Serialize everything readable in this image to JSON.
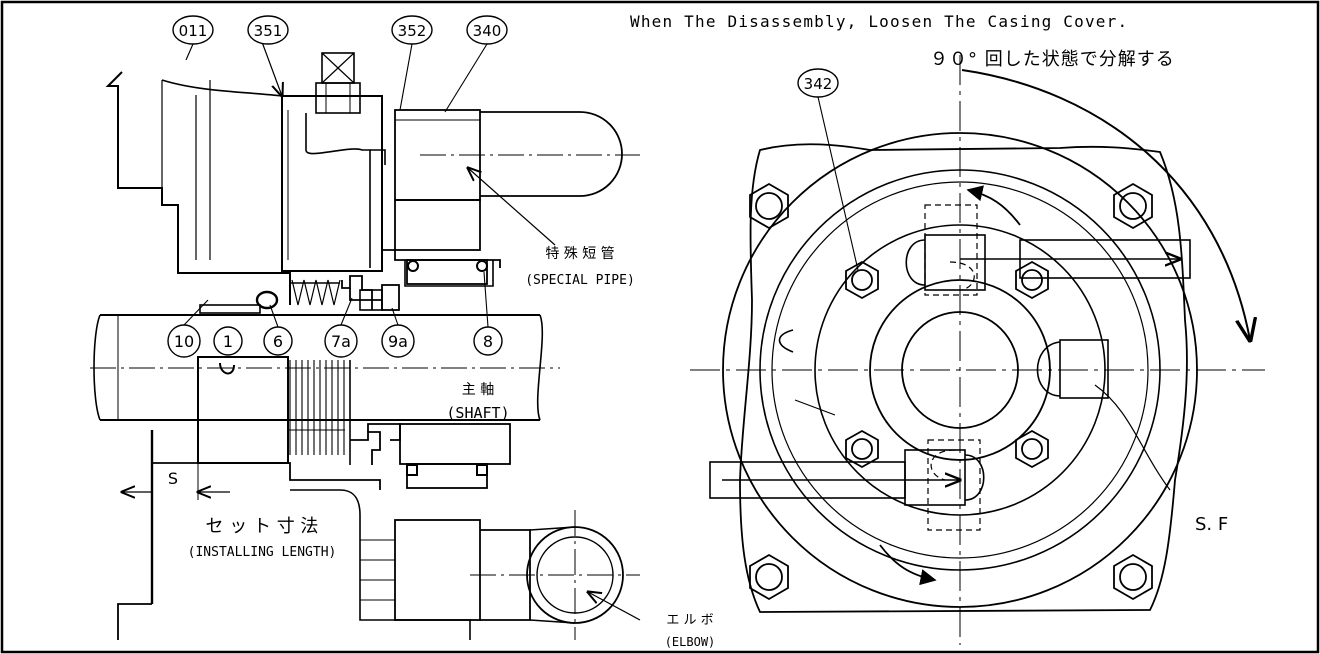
{
  "notes": {
    "english": "When The Disassembly, Loosen The Casing Cover.",
    "japanese": "９０° 回した状態で分解する"
  },
  "part_numbers": {
    "p011": "011",
    "p351": "351",
    "p352": "352",
    "p340": "340",
    "p342": "342",
    "p10": "10",
    "p1": "1",
    "p6": "6",
    "p7a": "7a",
    "p9a": "9a",
    "p8": "8"
  },
  "labels": {
    "special_pipe_jp": "特 殊 短 管",
    "special_pipe_en": "(SPECIAL PIPE)",
    "shaft_jp": "主 軸",
    "shaft_en": "(SHAFT)",
    "set_dim_jp": "セ ッ ト 寸 法",
    "set_dim_en": "(INSTALLING LENGTH)",
    "dim_s": "S",
    "elbow_jp": "エ ル ボ",
    "elbow_en": "(ELBOW)",
    "sf": "S. F"
  }
}
